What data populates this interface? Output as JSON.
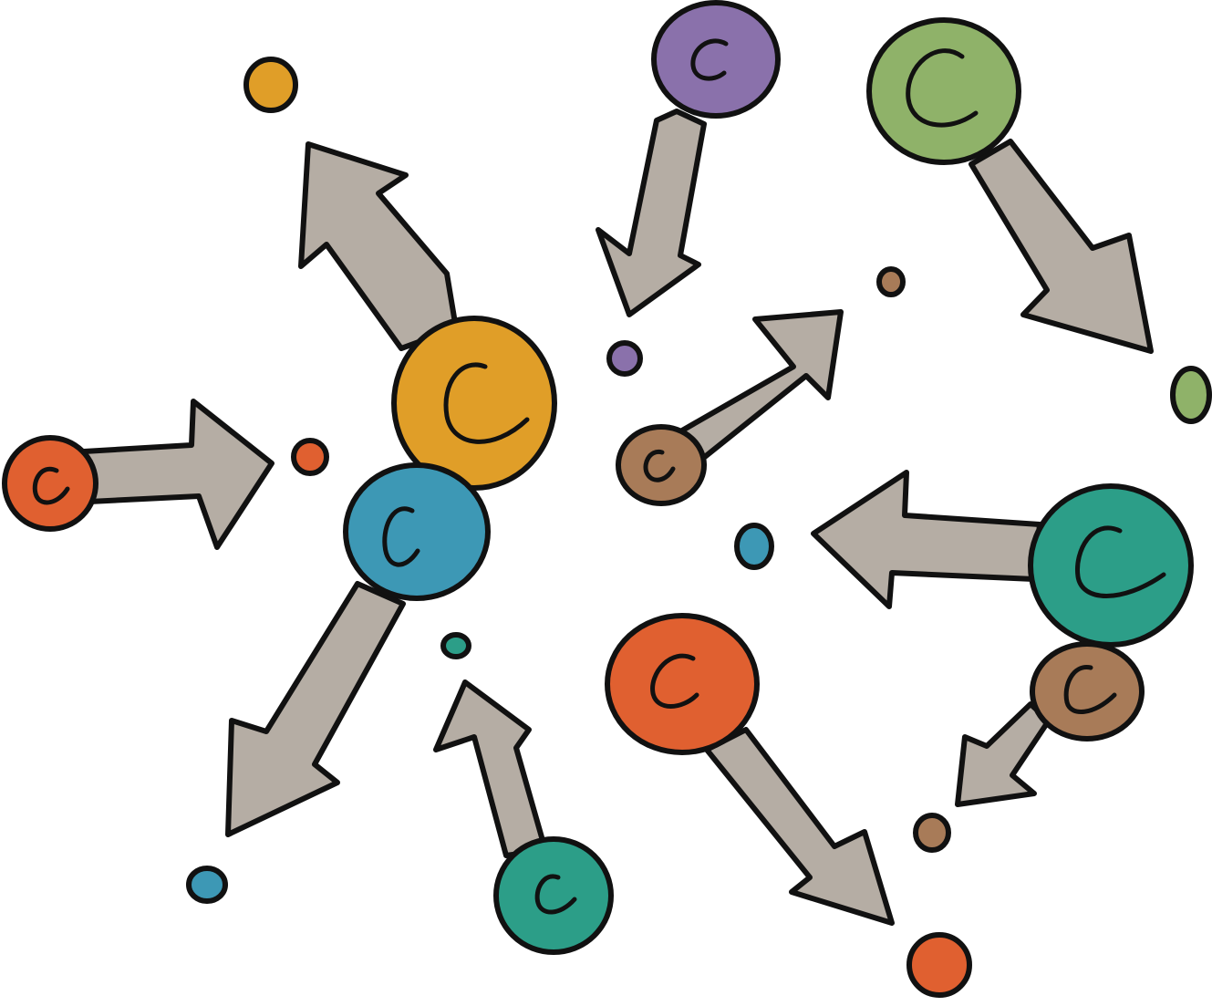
{
  "diagram": {
    "arrow_color": "#b5ada4",
    "outline_color": "#111111",
    "background": "#ffffff",
    "atoms": [
      {
        "id": "atom-purple",
        "label": "c",
        "color": "#8a71ab"
      },
      {
        "id": "atom-green",
        "label": "C",
        "color": "#8fb269"
      },
      {
        "id": "atom-orange-center",
        "label": "C",
        "color": "#e09e28"
      },
      {
        "id": "atom-blue-center",
        "label": "C",
        "color": "#3d98b5"
      },
      {
        "id": "atom-red-left",
        "label": "c",
        "color": "#e06030"
      },
      {
        "id": "atom-brown-small",
        "label": "c",
        "color": "#a87b58"
      },
      {
        "id": "atom-teal-right",
        "label": "C",
        "color": "#2c9e88"
      },
      {
        "id": "atom-brown-right",
        "label": "C",
        "color": "#a87b58"
      },
      {
        "id": "atom-red-bottom",
        "label": "c",
        "color": "#e06030"
      },
      {
        "id": "atom-teal-bottom",
        "label": "c",
        "color": "#2c9e88"
      }
    ],
    "dots": [
      {
        "id": "dot-orange",
        "color": "#e09e28"
      },
      {
        "id": "dot-purple",
        "color": "#8a71ab"
      },
      {
        "id": "dot-brown-top",
        "color": "#a87b58"
      },
      {
        "id": "dot-green",
        "color": "#8fb269"
      },
      {
        "id": "dot-red-left",
        "color": "#e06030"
      },
      {
        "id": "dot-blue-mid",
        "color": "#3d98b5"
      },
      {
        "id": "dot-teal-small",
        "color": "#2c9e88"
      },
      {
        "id": "dot-blue-bottom",
        "color": "#3d98b5"
      },
      {
        "id": "dot-brown-bottom",
        "color": "#a87b58"
      },
      {
        "id": "dot-red-bottom",
        "color": "#e06030"
      }
    ]
  }
}
